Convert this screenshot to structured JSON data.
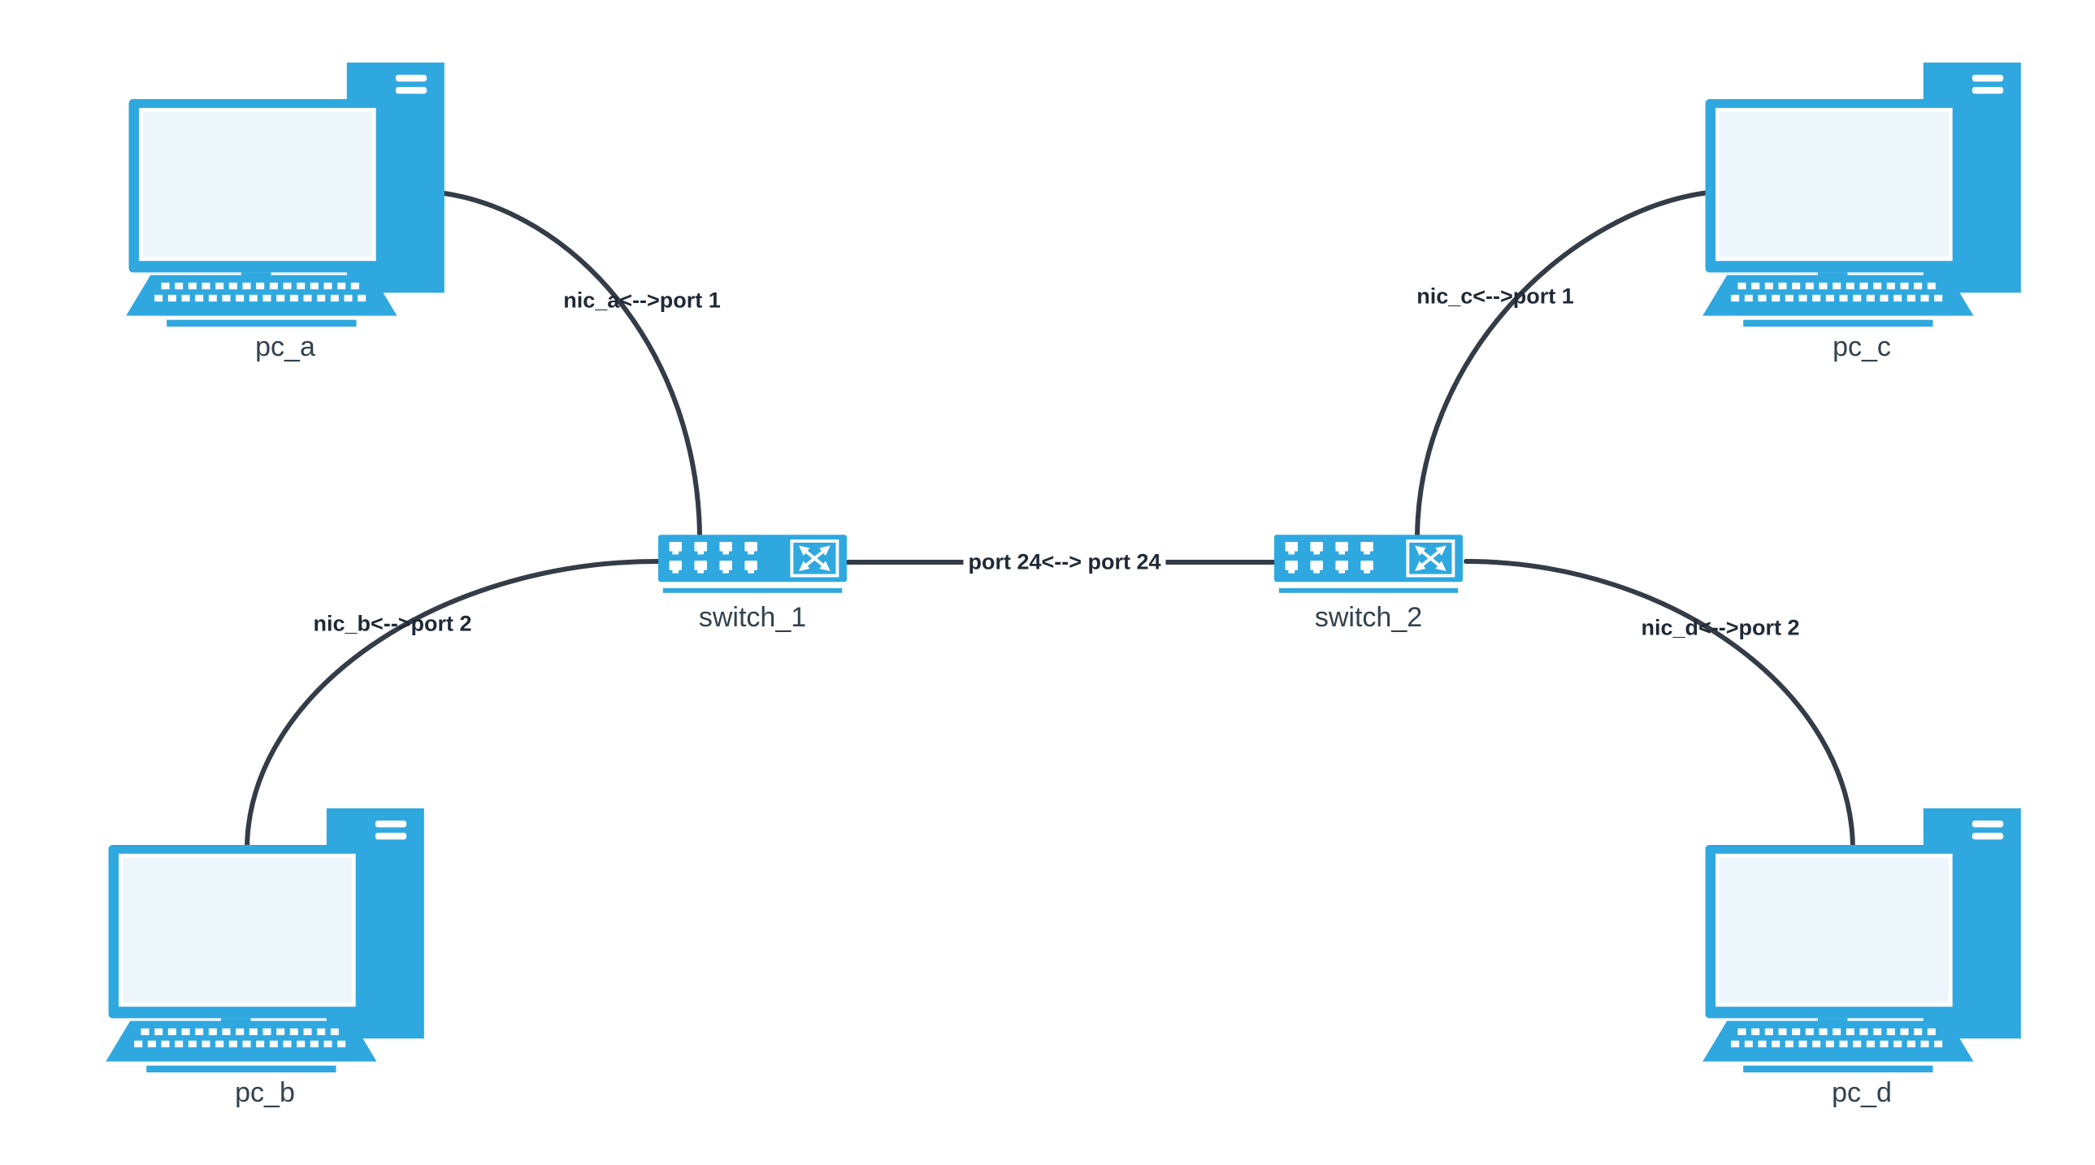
{
  "diagram": {
    "title": "network-topology-diagram",
    "nodes": [
      {
        "id": "pc_a",
        "type": "pc",
        "icon": "pc-icon",
        "label": "pc_a"
      },
      {
        "id": "pc_b",
        "type": "pc",
        "icon": "pc-icon",
        "label": "pc_b"
      },
      {
        "id": "pc_c",
        "type": "pc",
        "icon": "pc-icon",
        "label": "pc_c"
      },
      {
        "id": "pc_d",
        "type": "pc",
        "icon": "pc-icon",
        "label": "pc_d"
      },
      {
        "id": "switch_1",
        "type": "switch",
        "icon": "switch-icon",
        "label": "switch_1"
      },
      {
        "id": "switch_2",
        "type": "switch",
        "icon": "switch-icon",
        "label": "switch_2"
      }
    ],
    "edges": [
      {
        "from": "pc_a",
        "to": "switch_1",
        "label": "nic_a<-->port 1"
      },
      {
        "from": "pc_b",
        "to": "switch_1",
        "label": "nic_b<-->port 2"
      },
      {
        "from": "switch_1",
        "to": "switch_2",
        "label": "port 24<--> port 24"
      },
      {
        "from": "pc_c",
        "to": "switch_2",
        "label": "nic_c<-->port 1"
      },
      {
        "from": "pc_d",
        "to": "switch_2",
        "label": "nic_d<-->port 2"
      }
    ],
    "colors": {
      "node": "#2FA8E0",
      "edge": "#333C47",
      "label": "#32424E",
      "edge_label": "#1F2A36",
      "background": "#FFFFFF"
    }
  }
}
